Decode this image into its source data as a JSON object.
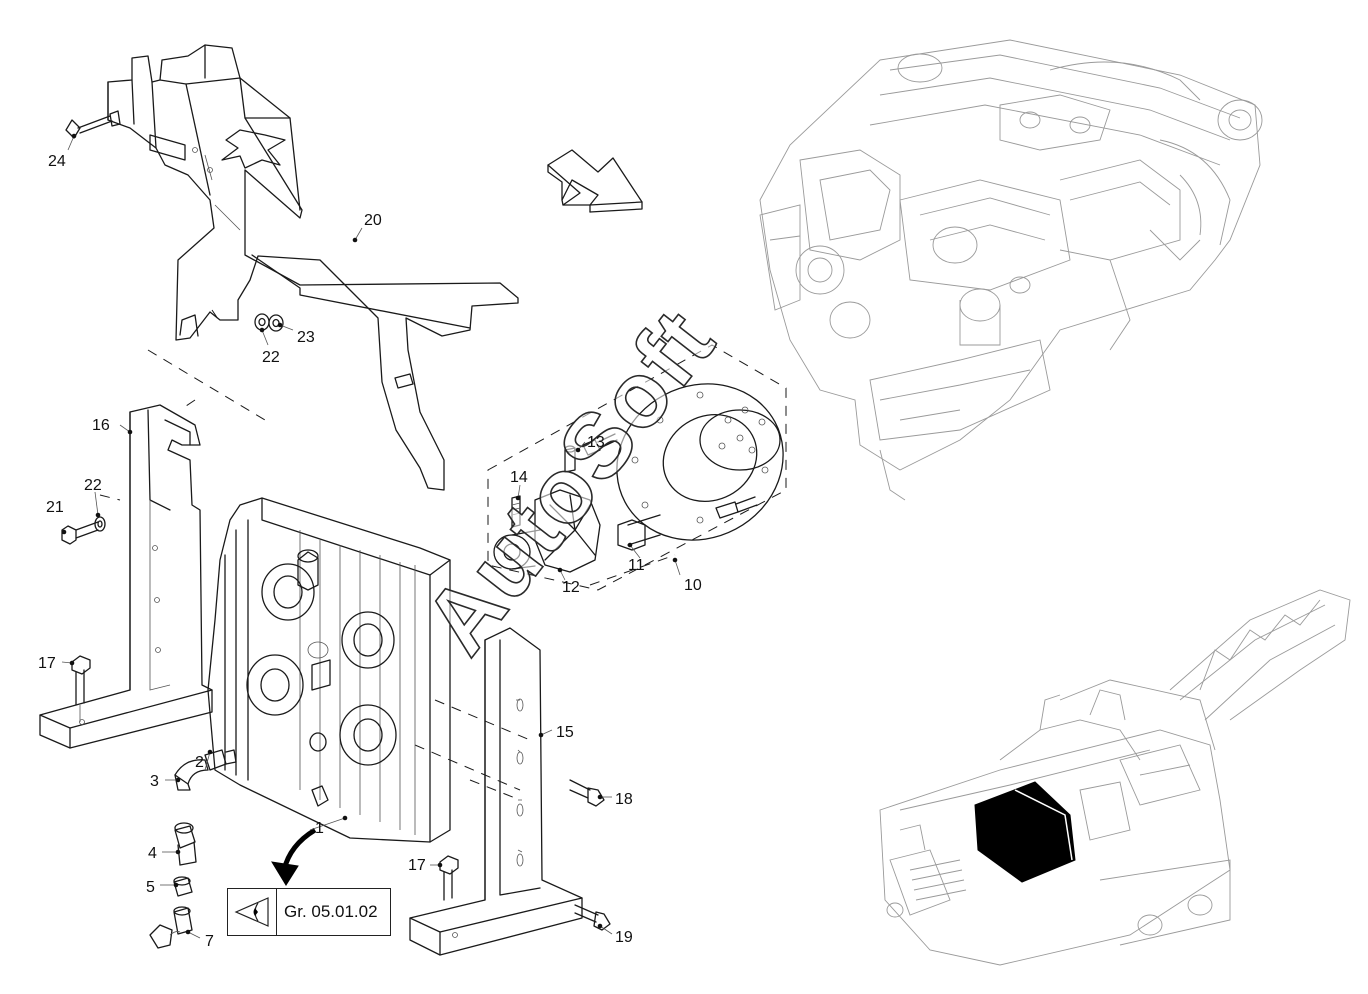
{
  "callouts": {
    "c1": "1",
    "c2": "2",
    "c3": "3",
    "c4": "4",
    "c5": "5",
    "c7": "7",
    "c10": "10",
    "c11": "11",
    "c12": "12",
    "c13": "13",
    "c14": "14",
    "c15": "15",
    "c16": "16",
    "c17a": "17",
    "c17b": "17",
    "c18": "18",
    "c19": "19",
    "c20": "20",
    "c21": "21",
    "c22a": "22",
    "c22b": "22",
    "c23": "23",
    "c24": "24"
  },
  "reference_box": {
    "text": "Gr. 05.01.02",
    "icon": "view-eye-icon"
  },
  "watermark": {
    "text": "AutoSoft"
  },
  "icons": {
    "direction_arrow": "direction-arrow-icon",
    "reference_arrow": "curved-arrow-icon"
  },
  "colors": {
    "line": "#1a1a1a",
    "context": "#9a9a9a",
    "highlight": "#000000"
  }
}
